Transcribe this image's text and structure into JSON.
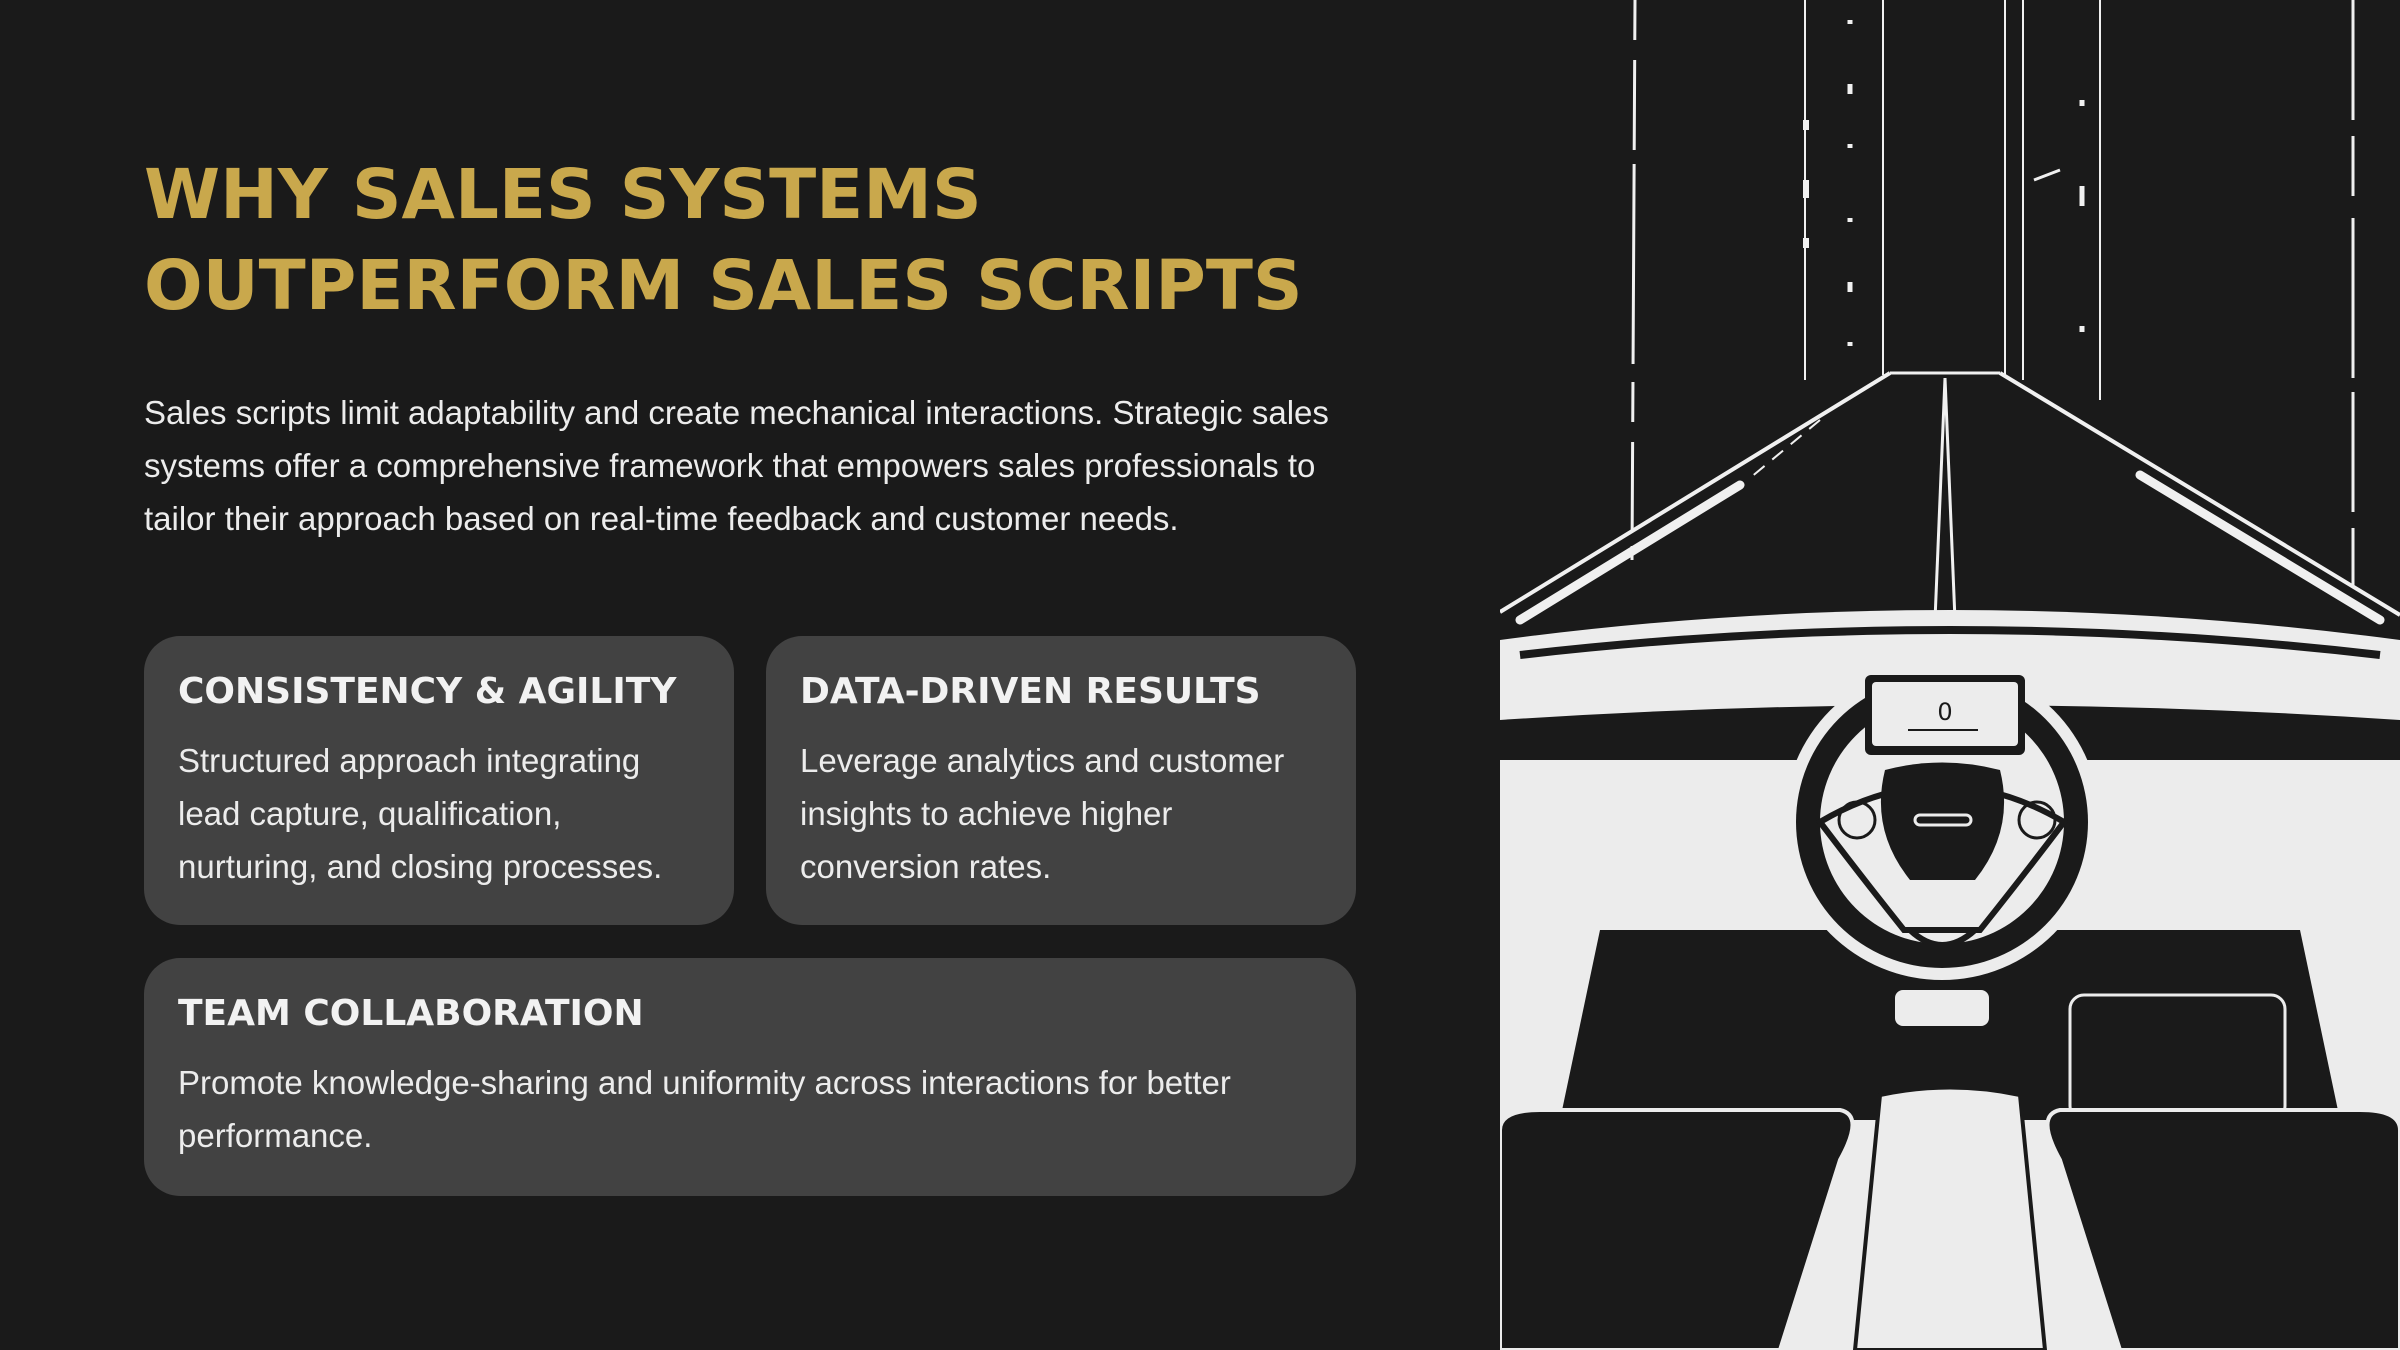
{
  "slide": {
    "title_line1": "WHY SALES SYSTEMS",
    "title_line2": "OUTPERFORM SALES SCRIPTS",
    "intro": "Sales scripts limit adaptability and create mechanical interactions. Strategic sales systems offer a comprehensive framework that empowers sales professionals to tailor their approach based on real-time feedback and customer needs.",
    "accent_color": "#c9a84c",
    "card_color": "#424242",
    "background_color": "#1a1a1a"
  },
  "cards": [
    {
      "title": "CONSISTENCY & AGILITY",
      "text": "Structured approach integrating lead capture, qualification, nurturing, and closing processes."
    },
    {
      "title": "DATA-DRIVEN RESULTS",
      "text": "Leverage analytics and customer insights to achieve higher conversion rates."
    },
    {
      "title": "TEAM COLLABORATION",
      "text": "Promote knowledge-sharing and uniformity across interactions for better performance."
    }
  ],
  "illustration": {
    "subject": "car-interior-steering-wheel-road",
    "speedometer_reading": "0"
  }
}
